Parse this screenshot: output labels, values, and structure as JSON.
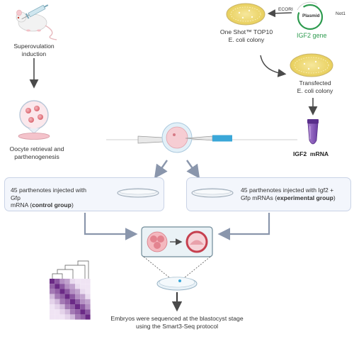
{
  "labels": {
    "superovulation": "Superovulation\ninduction",
    "oocyte": "Oocyte retrieval and\nparthenogenesis",
    "one_shot": "One Shot™ TOP10\nE. coli colony",
    "ecori": "ECORI",
    "not1": "Not1",
    "plasmid": "Plasmid",
    "igf2_gene": "IGF2 gene",
    "transfected": "Transfected\nE. coli colony",
    "igf2_mrna": "IGF2  mRNA",
    "control_text": "45 parthenotes injected with Gfp\nmRNA (",
    "control_bold": "control group",
    "control_end": ")",
    "experimental_text": "45 parthenotes injected with Igf2 +\nGfp mRNAs (",
    "experimental_bold": "experimental group",
    "experimental_end": ")",
    "sequenced": "Embryos were sequenced at the blastocyst stage\nusing the Smart3-Seq protocol"
  },
  "icons": {
    "mouse": "mouse-icon",
    "syringe": "syringe-icon",
    "petri_dish_oocytes": "oocyte-dish-icon",
    "petri_dish_ecoli": "ecoli-dish-icon",
    "plasmid": "plasmid-icon",
    "tube": "tube-icon",
    "injection": "microinjection-icon",
    "heatmap": "heatmap-icon"
  },
  "colors": {
    "arrow": "#4a4a4a",
    "box_fill": "#f3f6fc",
    "box_border": "#c9d3e6",
    "igf2_green": "#2e9b4f",
    "heat_dark": "#6b2a86",
    "heat_light": "#e8d9ee"
  }
}
